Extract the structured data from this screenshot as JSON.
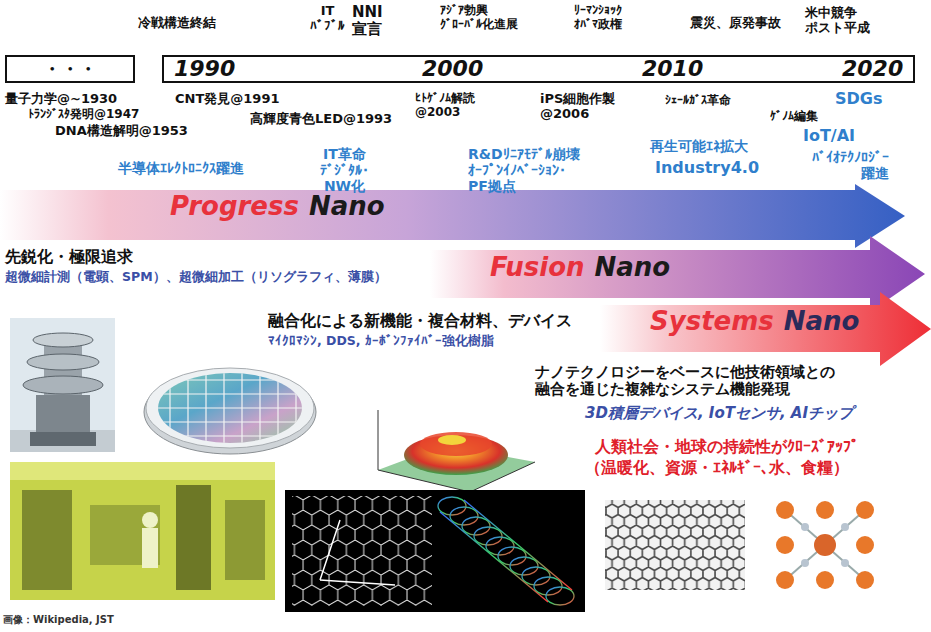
{
  "diagram": {
    "nodes": [
      {
        "text": [
          "・・・"
        ]
      },
      {
        "text": [
          "1990",
          "2000",
          "2010",
          "2020"
        ]
      },
      {
        "text": [
          "Progress",
          "Nano"
        ]
      },
      {
        "text": [
          "Fusion",
          "Nano"
        ]
      },
      {
        "text": [
          "Systems",
          "Nano"
        ]
      }
    ],
    "labels": [
      "冷戦構造終結",
      "IT ﾊﾞﾌﾞﾙ",
      "NNI 宣言",
      "ｱｼﾞｱ勃興 ｸﾞﾛｰﾊﾞﾙ化進展",
      "ﾘｰﾏﾝｼｮｯｸ ｵﾊﾞﾏ政権",
      "震災、原発事故",
      "米中競争 ポスト平成",
      "量子力学@~1930",
      "ﾄﾗﾝｼﾞｽﾀ発明@1947",
      "DNA構造解明@1953",
      "CNT発見@1991",
      "高輝度青色LED@1993",
      "ﾋﾄｹﾞﾉﾑ解読 @2003",
      "iPS細胞作製 @2006",
      "ｼｪｰﾙｶﾞｽ革命",
      "ｹﾞﾉﾑ編集",
      "SDGs",
      "半導体ｴﾚｸﾄﾛﾆｸｽ躍進",
      "IoT/AI",
      "IT革命 ﾃﾞｼﾞﾀﾙ・NW化",
      "R&Dﾘﾆｱﾓﾃﾞﾙ崩壊 ｵｰﾌﾟﾝｲﾉﾍﾞｰｼｮﾝ・PF拠点",
      "再生可能ｴﾈ拡大",
      "Industry4.0",
      "ﾊﾞｲｵﾃｸﾉﾛｼﾞｰ 躍進",
      "先鋭化・極限追求",
      "超微細計測（電顕、SPM）、超微細加工（リソグラフィ、薄膜）",
      "融合化による新機能・複合材料、デバイス",
      "ﾏｲｸﾛﾏｼﾝ, DDS, ｶｰﾎﾞﾝﾌｧｲﾊﾞｰ強化樹脂",
      "ナノテクノロジーをベースに他技術領域との 融合を通じた複雑なシステム機能発現",
      "3D積層デバイス, IoTセンサ, AIチップ",
      "人類社会・地球の持続性がｸﾛｰｽﾞｱｯﾌﾟ",
      "（温暖化、資源・ｴﾈﾙｷﾞｰ、水、食糧）",
      "画像：Wikipedia, JST"
    ]
  }
}
